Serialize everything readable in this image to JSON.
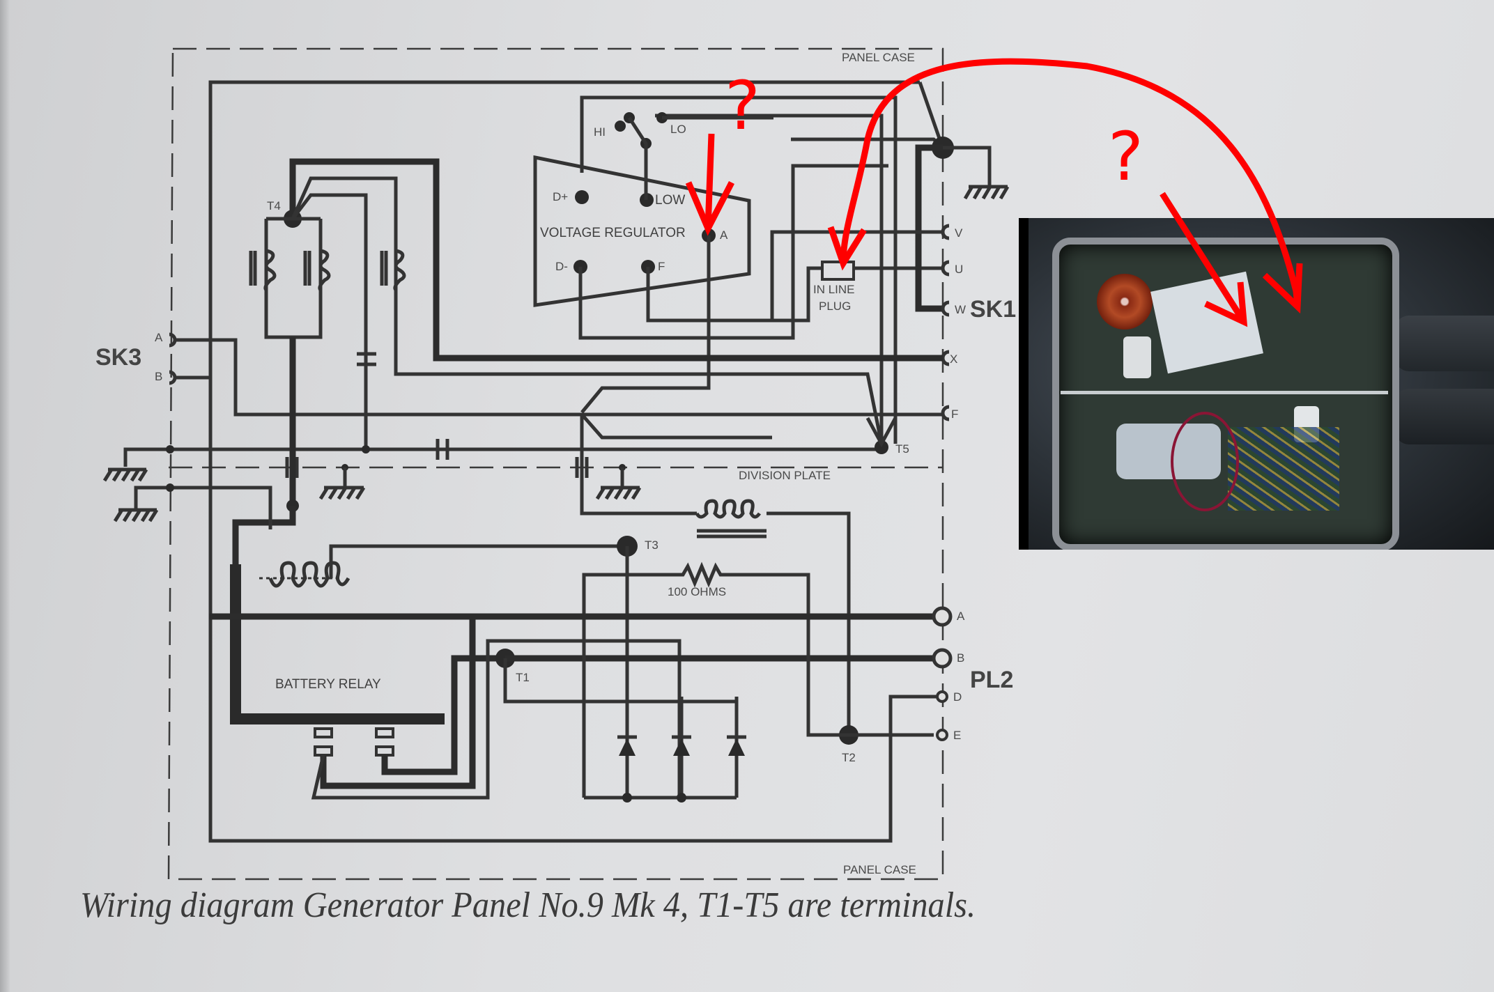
{
  "diagram": {
    "labels": {
      "panel_case_top": "PANEL CASE",
      "panel_case_bottom": "PANEL CASE",
      "division_plate": "DIVISION PLATE",
      "voltage_regulator": "VOLTAGE REGULATOR",
      "vr_d_plus": "D+",
      "vr_d_minus": "D-",
      "vr_low": "LOW",
      "vr_f": "F",
      "vr_a": "A",
      "switch_hi": "HI",
      "switch_lo": "LO",
      "in_line_plug_1": "IN LINE",
      "in_line_plug_2": "PLUG",
      "battery_relay": "BATTERY RELAY",
      "resistor": "100 OHMS",
      "t1": "T1",
      "t2": "T2",
      "t3": "T3",
      "t4": "T4",
      "t5": "T5",
      "sk1": "SK1",
      "sk1_v": "V",
      "sk1_u": "U",
      "sk1_w": "W",
      "sk1_x": "X",
      "sk1_f": "F",
      "sk3": "SK3",
      "sk3_a": "A",
      "sk3_b": "B",
      "pl2": "PL2",
      "pl2_a": "A",
      "pl2_b": "B",
      "pl2_d": "D",
      "pl2_e": "E"
    },
    "annotations": {
      "question_mark_1": "?",
      "question_mark_2": "?",
      "color": "#ff0000"
    }
  },
  "caption": "Wiring diagram Generator Panel No.9 Mk 4, T1-T5 are terminals.",
  "photo": {
    "description": "Photo of open generator panel box with components"
  }
}
